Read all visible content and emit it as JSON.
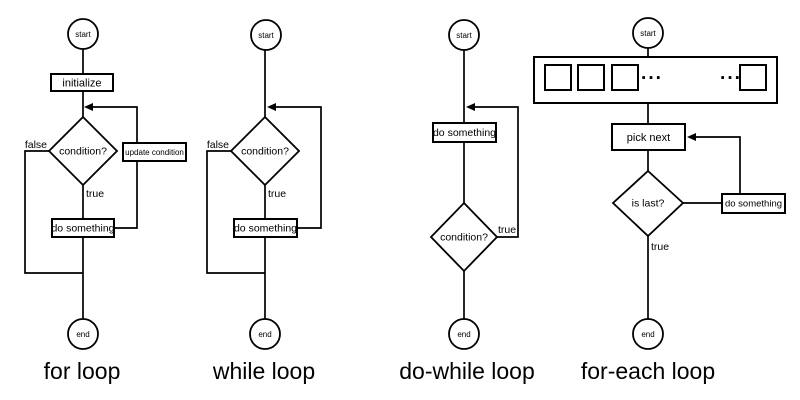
{
  "canvas": {
    "background": "#ffffff",
    "line_color": "#000000",
    "text_color": "#000000"
  },
  "charts": [
    {
      "title": "for loop",
      "nodes": {
        "start": "start",
        "initialize": "initialize",
        "condition": "condition?",
        "update": "update condition",
        "do": "do something",
        "end": "end"
      },
      "labels": {
        "false": "false",
        "true": "true"
      }
    },
    {
      "title": "while loop",
      "nodes": {
        "start": "start",
        "condition": "condition?",
        "do": "do something",
        "end": "end"
      },
      "labels": {
        "false": "false",
        "true": "true"
      }
    },
    {
      "title": "do-while loop",
      "nodes": {
        "start": "start",
        "do": "do something",
        "condition": "condition?",
        "end": "end"
      },
      "labels": {
        "true": "true"
      }
    },
    {
      "title": "for-each loop",
      "nodes": {
        "start": "start",
        "array_ellipsis": "···",
        "pick": "pick next",
        "is_last": "is last?",
        "do": "do something",
        "end": "end"
      },
      "labels": {
        "true": "true"
      }
    }
  ]
}
